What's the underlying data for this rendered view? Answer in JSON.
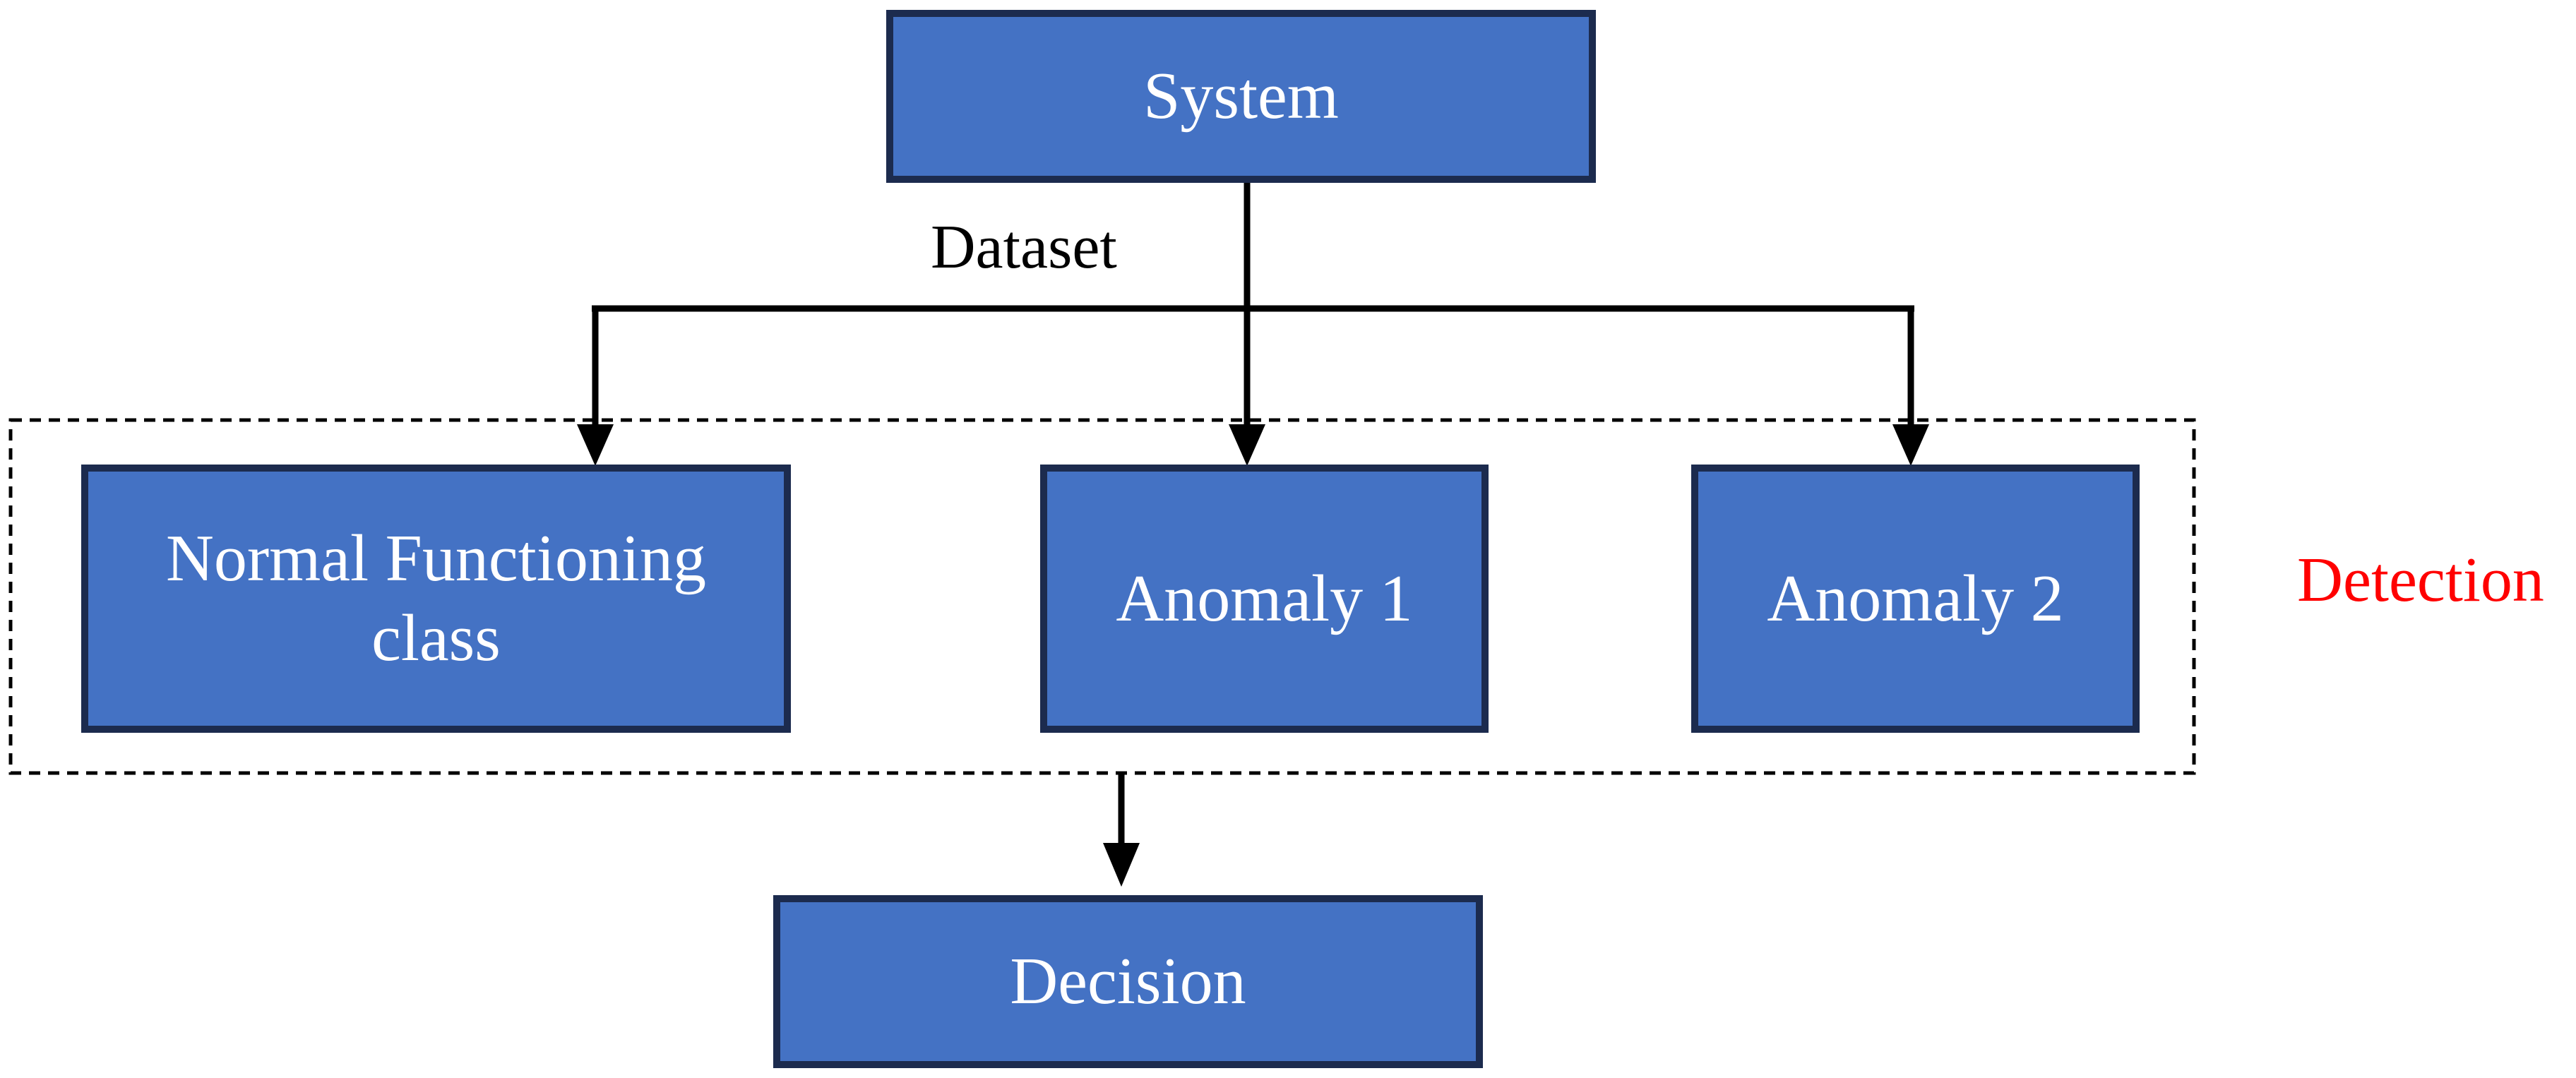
{
  "diagram": {
    "nodes": {
      "system": {
        "label": "System"
      },
      "normal": {
        "label": "Normal Functioning class"
      },
      "anomaly1": {
        "label": "Anomaly 1"
      },
      "anomaly2": {
        "label": "Anomaly 2"
      },
      "decision": {
        "label": "Decision"
      }
    },
    "labels": {
      "dataset": "Dataset",
      "detection": "Detection"
    },
    "colors": {
      "node_fill": "#4472C4",
      "node_border": "#1C2B4E",
      "node_text": "#FFFFFF",
      "connector": "#000000",
      "dataset_label": "#000000",
      "detection_label": "#FF0000"
    }
  }
}
